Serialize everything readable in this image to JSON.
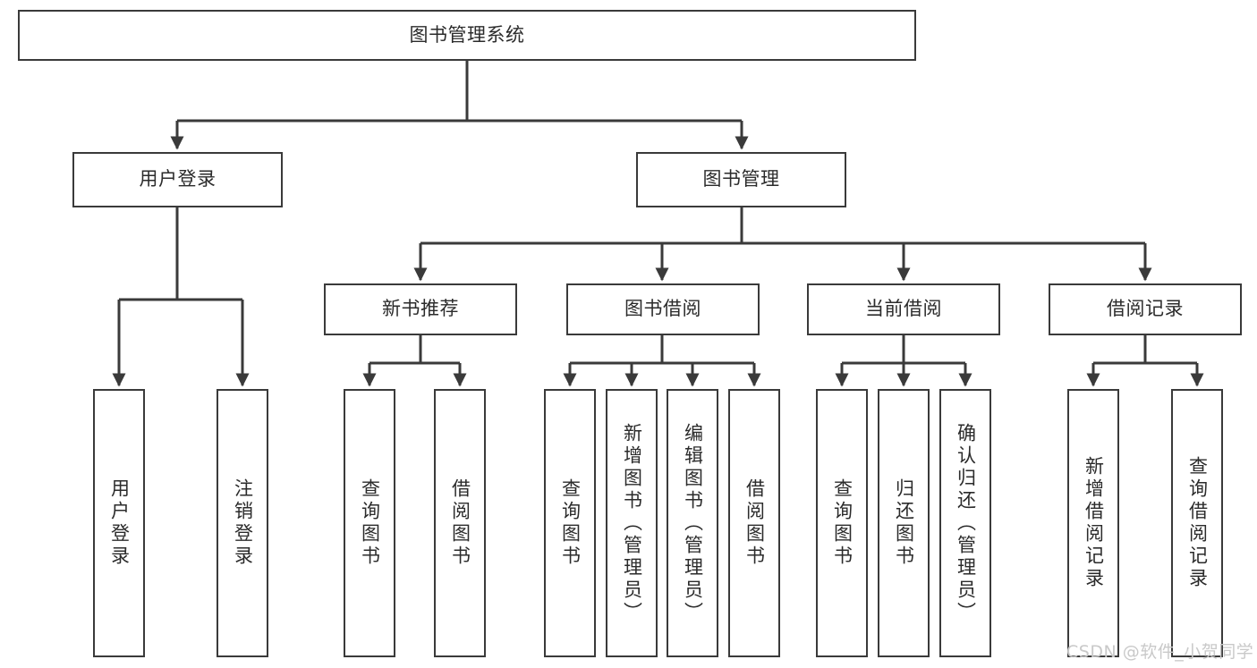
{
  "diagram": {
    "type": "tree-hierarchy",
    "title": "图书管理系统",
    "watermark": "CSDN @软件_小贺同学",
    "colors": {
      "stroke": "#3a3a3a",
      "fill": "#ffffff",
      "text": "#2b2b2b",
      "watermark": "#c9c9c9"
    },
    "nodes": {
      "root": {
        "label": "图书管理系统"
      },
      "level2": [
        {
          "id": "user-login",
          "label": "用户登录"
        },
        {
          "id": "book-manage",
          "label": "图书管理"
        }
      ],
      "level3": [
        {
          "id": "new-book-rec",
          "label": "新书推荐"
        },
        {
          "id": "book-borrow",
          "label": "图书借阅"
        },
        {
          "id": "current-borrow",
          "label": "当前借阅"
        },
        {
          "id": "borrow-record",
          "label": "借阅记录"
        }
      ],
      "leaves": {
        "user-login": [
          {
            "id": "leaf-user-login",
            "label": "用户登录"
          },
          {
            "id": "leaf-logout",
            "label": "注销登录"
          }
        ],
        "new-book-rec": [
          {
            "id": "leaf-query-book-1",
            "label": "查询图书"
          },
          {
            "id": "leaf-borrow-book-1",
            "label": "借阅图书"
          }
        ],
        "book-borrow": [
          {
            "id": "leaf-query-book-2",
            "label": "查询图书"
          },
          {
            "id": "leaf-add-book",
            "label": "新增图书（管理员）"
          },
          {
            "id": "leaf-edit-book",
            "label": "编辑图书（管理员）"
          },
          {
            "id": "leaf-borrow-book-2",
            "label": "借阅图书"
          }
        ],
        "current-borrow": [
          {
            "id": "leaf-query-book-3",
            "label": "查询图书"
          },
          {
            "id": "leaf-return-book",
            "label": "归还图书"
          },
          {
            "id": "leaf-confirm-return",
            "label": "确认归还（管理员）"
          }
        ],
        "borrow-record": [
          {
            "id": "leaf-add-record",
            "label": "新增借阅记录"
          },
          {
            "id": "leaf-query-record",
            "label": "查询借阅记录"
          }
        ]
      }
    }
  }
}
